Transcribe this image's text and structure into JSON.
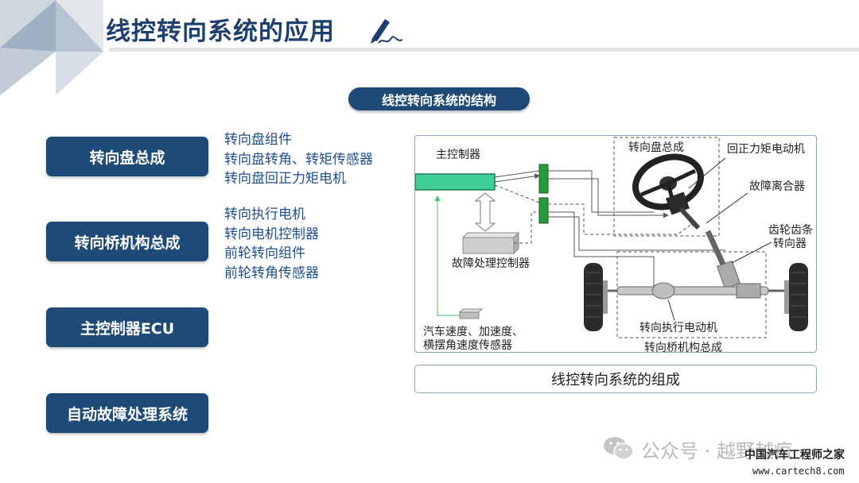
{
  "slide": {
    "title": "线控转向系统的应用",
    "section_title": "线控转向系统的结构"
  },
  "colors": {
    "primary": "#1e4a77",
    "title_text": "#1d3f6d",
    "list_text": "#1d4e8f",
    "controller_green": "#3fcf96",
    "connector_green": "#2a9a3a"
  },
  "components": [
    {
      "label": "转向盘总成",
      "items": [
        "转向盘组件",
        "转向盘转角、转矩传感器",
        "转向盘回正力矩电机"
      ]
    },
    {
      "label": "转向桥机构总成",
      "items": [
        "转向执行电机",
        "转向电机控制器",
        "前轮转向组件",
        "前轮转角传感器"
      ]
    },
    {
      "label": "主控制器ECU",
      "items": []
    },
    {
      "label": "自动故障处理系统",
      "items": []
    }
  ],
  "diagram": {
    "labels": {
      "main_controller": "主控制器",
      "steering_wheel_assembly": "转向盘总成",
      "return_motor": "回正力矩电动机",
      "fault_clutch": "故障离合器",
      "rack_gear_line1": "齿轮齿条",
      "rack_gear_line2": "转向器",
      "fault_controller": "故障处理控制器",
      "actuator_motor": "转向执行电动机",
      "axle_assembly": "转向桥机构总成",
      "sensors_line1": "汽车速度、加速度、",
      "sensors_line2": "横摆角速度传感器"
    },
    "caption": "线控转向系统的组成"
  },
  "watermark": {
    "account": "公众号 · 越野越疯",
    "site_name": "中国汽车工程师之家",
    "site_url": "www.cartech8.com"
  }
}
